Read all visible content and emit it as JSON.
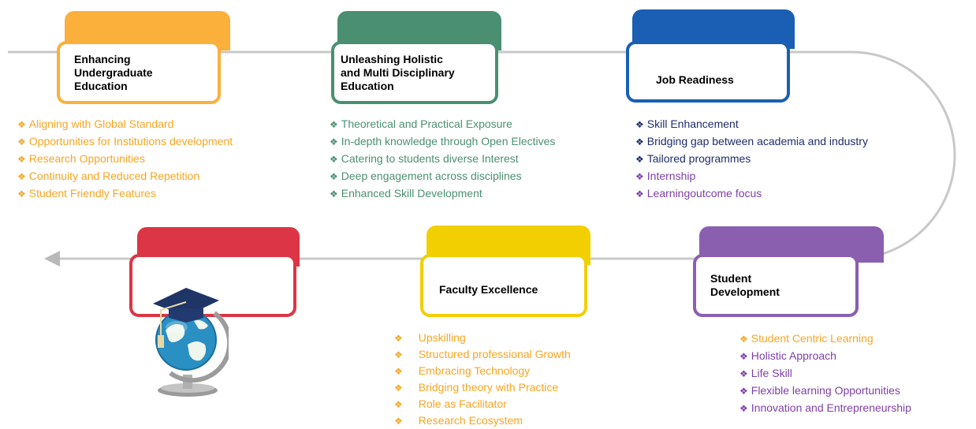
{
  "colors": {
    "road": "#c8c8c8",
    "arrow": "#b8b8b8",
    "orange": "#f5a623",
    "green": "#4a8f72",
    "navy": "#1f2d6b",
    "blue": "#1a5fb4",
    "purple": "#7e3fa6",
    "stage_undergrad": "#fbb03b",
    "stage_holistic": "#4a8f72",
    "stage_job": "#1a5fb4",
    "stage_student": "#8a5fb0",
    "stage_faculty": "#f2cf00",
    "stage_global": "#dc3545"
  },
  "bullet_symbol": "❖",
  "stages": {
    "undergrad": {
      "title_lines": [
        "Enhancing",
        "Undergraduate",
        "Education"
      ],
      "items": [
        "Aligning with Global Standard",
        "Opportunities for Institutions development",
        "Research Opportunities",
        "Continuity and Reduced Repetition",
        "Student Friendly Features"
      ]
    },
    "holistic": {
      "title_lines": [
        "Unleashing Holistic",
        "and Multi Disciplinary",
        "Education"
      ],
      "items": [
        "Theoretical and Practical Exposure",
        "In-depth knowledge through Open Electives",
        "Catering to students diverse Interest",
        "Deep engagement across disciplines",
        "Enhanced Skill Development"
      ]
    },
    "job": {
      "title_lines": [
        "Job Readiness"
      ],
      "items": [
        "Skill Enhancement",
        "Bridging gap between academia and industry",
        "Tailored programmes",
        "Internship",
        "Learningoutcome focus"
      ]
    },
    "student": {
      "title_lines": [
        "Student",
        "Development"
      ],
      "items": [
        "Student Centric Learning",
        "Holistic Approach",
        "Life Skill",
        "Flexible learning Opportunities",
        "Innovation and Entrepreneurship"
      ]
    },
    "faculty": {
      "title_lines": [
        "Faculty Excellence"
      ],
      "items": [
        "Upskilling",
        "Structured professional Growth",
        "Embracing Technology",
        "Bridging theory with Practice",
        "Role as Facilitator",
        "Research Ecosystem"
      ]
    },
    "global": {
      "icon": "graduation-cap-globe-icon"
    }
  }
}
